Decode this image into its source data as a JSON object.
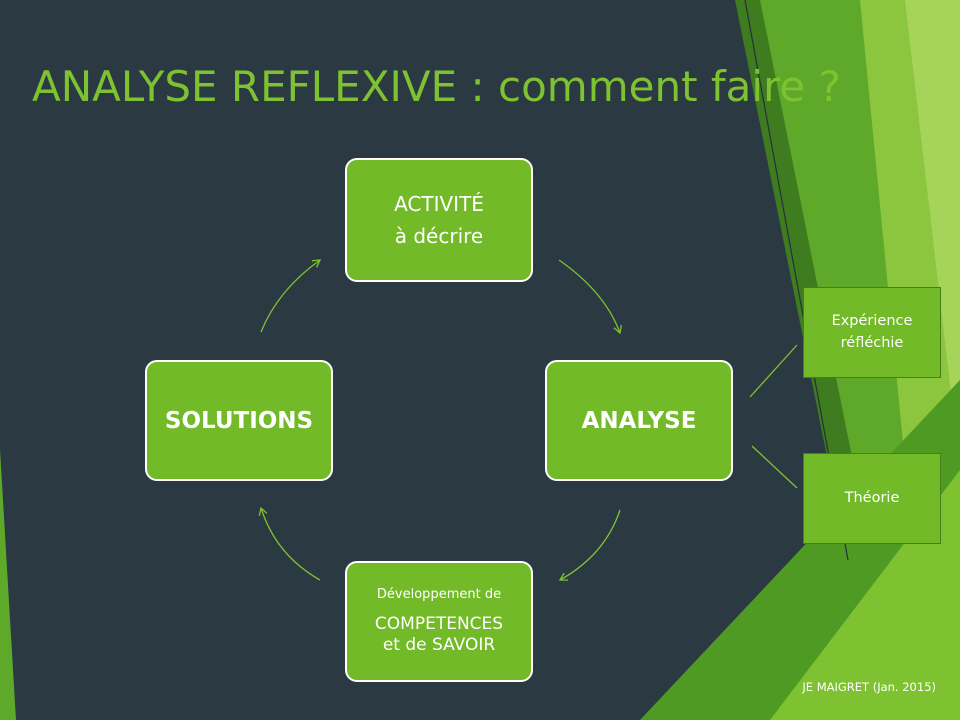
{
  "title": "ANALYSE REFLEXIVE : comment faire ?",
  "cycle": {
    "activite": {
      "line1": "ACTIVITÉ",
      "line2": "à décrire"
    },
    "analyse": "ANALYSE",
    "competences": {
      "line1": "Développement de",
      "line2": "COMPETENCES",
      "line3": "et de SAVOIR"
    },
    "solutions": "SOLUTIONS"
  },
  "branches": {
    "experience": {
      "line1": "Expérience",
      "line2": "réfléchie"
    },
    "theorie": "Théorie"
  },
  "footer": "JE MAIGRET (Jan. 2015)",
  "colors": {
    "background": "#2b3a42",
    "accent": "#7ec232",
    "node_fill": "#72ba28",
    "text": "#ffffff"
  }
}
